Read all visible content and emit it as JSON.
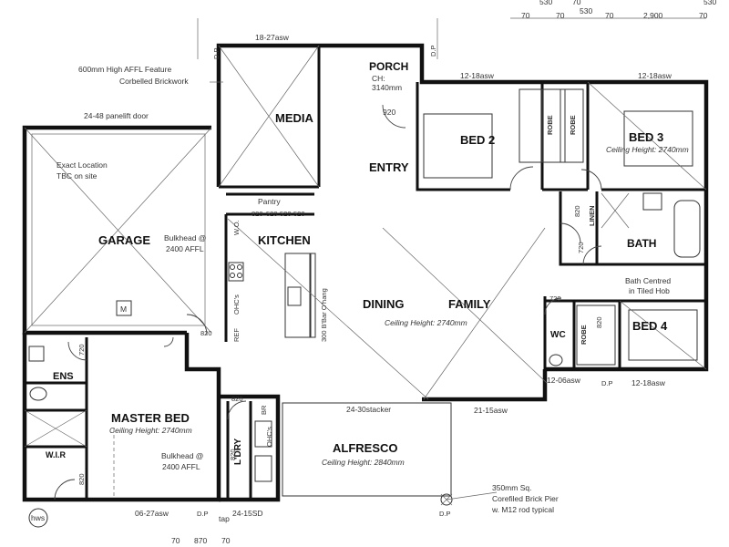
{
  "rooms": {
    "porch": "PORCH",
    "media": "MEDIA",
    "entry": "ENTRY",
    "bed2": "BED 2",
    "bed3": "BED 3",
    "bed4": "BED 4",
    "garage": "GARAGE",
    "kitchen": "KITCHEN",
    "dining": "DINING",
    "family": "FAMILY",
    "bath": "BATH",
    "wc": "WC",
    "ens": "ENS",
    "master_bed": "MASTER BED",
    "wir": "W.I.R",
    "ldry": "L'DRY",
    "alfresco": "ALFRESCO",
    "pantry": "Pantry",
    "robe": "ROBE",
    "linen": "LINEN"
  },
  "ceiling_heights": {
    "porch": "CH:\n3140mm",
    "bed3": "Ceiling Height: 2740mm",
    "dining": "Ceiling Height: 2740mm",
    "master": "Ceiling Height: 2740mm",
    "alfresco": "Ceiling Height: 2840mm"
  },
  "annotations": {
    "feature_brick_1": "600mm High AFFL Feature",
    "feature_brick_2": "Corbelled Brickwork",
    "panelift": "24-48 panelift door",
    "exact_loc_1": "Exact Location",
    "exact_loc_2": "TBC on site",
    "bulkhead_1a": "Bulkhead @",
    "bulkhead_1b": "2400 AFFL",
    "bulkhead_2a": "Bulkhead @",
    "bulkhead_2b": "2400 AFFL",
    "bath_centred_1": "Bath Centred",
    "bath_centred_2": "in Tiled Hob",
    "pier_1": "350mm Sq.",
    "pier_2": "Corefiled Brick Pier",
    "pier_3": "w. M12 rod typical",
    "bar": "300 B'Bar O'hang",
    "stacker": "24-30stacker",
    "hws": "hws",
    "tap": "tap",
    "meter": "M",
    "dp": "D.P",
    "wo": "W.O.",
    "ref": "REF",
    "ohcs": "OHC's",
    "br": "BR"
  },
  "windows": {
    "media_top": "18-27asw",
    "bed2_top": "12-18asw",
    "bed3_top": "12-18asw",
    "family_bottom": "21-15asw",
    "bed4_bottom": "12-18asw",
    "wc_bottom": "12-06asw",
    "master_bottom": "06-27asw",
    "ldry_bottom": "24-15SD"
  },
  "doors": {
    "porch": "920",
    "pantry_a": "820",
    "pantry_b": "520",
    "pantry_c": "520",
    "pantry_d": "520",
    "bath": "720",
    "linen": "820",
    "wc": "720",
    "kitchen": "820",
    "ens": "720",
    "master": "820",
    "ldry": "820",
    "wir": "820",
    "robe_left": "820"
  },
  "dimensions": {
    "top_a": "530",
    "top_b": "70",
    "top_c": "70",
    "top_d": "530",
    "top_e": "70",
    "top_f": "2,900",
    "top_g": "70",
    "top_h": "530",
    "top_i": "70",
    "bottom_a": "70",
    "bottom_b": "870",
    "bottom_c": "70"
  }
}
